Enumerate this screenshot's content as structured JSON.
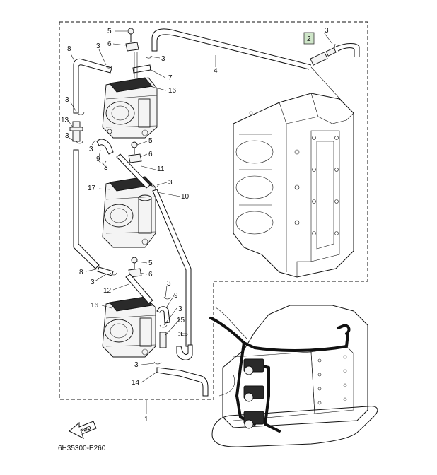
{
  "diagram": {
    "callouts": {
      "c1": "1",
      "c2": "2",
      "c3": "3",
      "c4": "4",
      "c5": "5",
      "c6": "6",
      "c7": "7",
      "c8": "8",
      "c9": "9",
      "c10": "10",
      "c11": "11",
      "c12": "12",
      "c13": "13",
      "c14": "14",
      "c15": "15",
      "c16": "16",
      "c17": "17"
    },
    "fwd_label": "FWD",
    "code": "6H35300-E260",
    "highlight_color": "#cfe6c9"
  }
}
